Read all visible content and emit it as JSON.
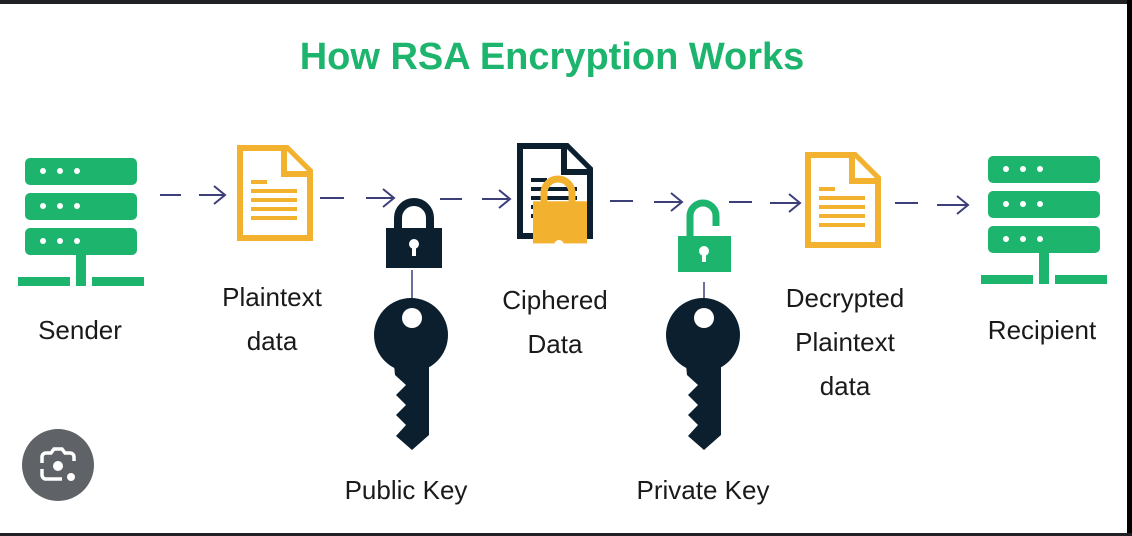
{
  "title": "How RSA Encryption Works",
  "colors": {
    "green": "#1db46d",
    "yellow": "#f2b230",
    "navy": "#0b1f2e",
    "arrow": "#3d3f7a"
  },
  "steps": {
    "sender": "Sender",
    "plaintext": [
      "Plaintext",
      "data"
    ],
    "public_key": "Public Key",
    "ciphered": [
      "Ciphered",
      "Data"
    ],
    "private_key": "Private Key",
    "decrypted": [
      "Decrypted",
      "Plaintext",
      "data"
    ],
    "recipient": "Recipient"
  },
  "icons": {
    "sender": "server-icon",
    "plaintext": "document-icon",
    "public_lock": "lock-closed-icon",
    "public_key": "key-icon",
    "ciphered": "document-locked-icon",
    "private_lock": "lock-open-icon",
    "private_key": "key-icon",
    "decrypted": "document-icon",
    "recipient": "server-icon",
    "lens": "google-lens-icon"
  }
}
